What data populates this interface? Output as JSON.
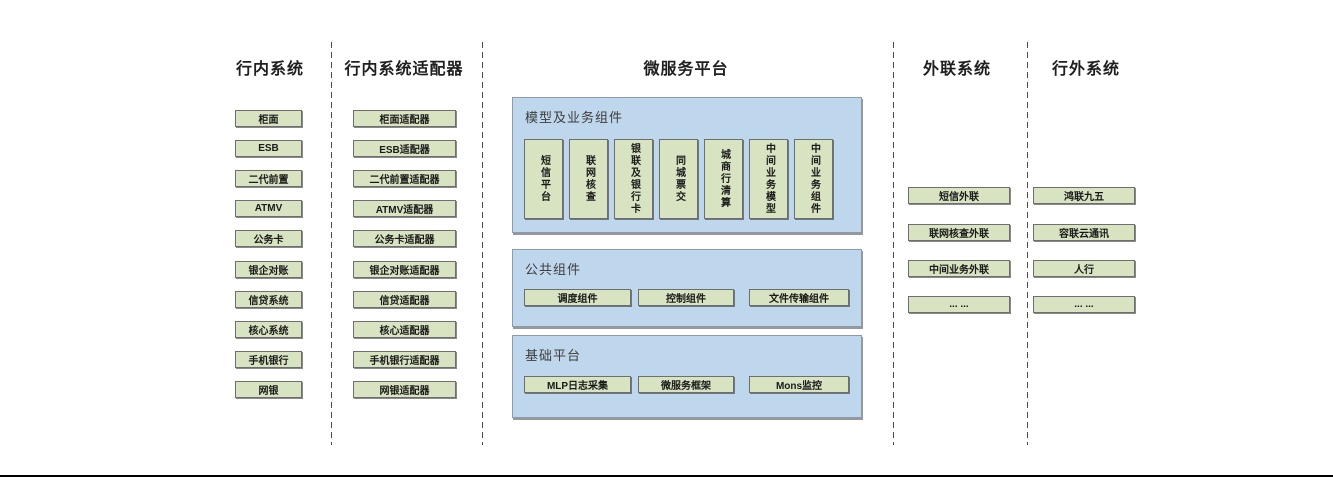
{
  "columns": {
    "internal": {
      "title": "行内系统",
      "items": [
        "柜面",
        "ESB",
        "二代前置",
        "ATMV",
        "公务卡",
        "银企对账",
        "信贷系统",
        "核心系统",
        "手机银行",
        "网银"
      ]
    },
    "adapters": {
      "title": "行内系统适配器",
      "items": [
        "柜面适配器",
        "ESB适配器",
        "二代前置适配器",
        "ATMV适配器",
        "公务卡适配器",
        "银企对账适配器",
        "信贷适配器",
        "核心适配器",
        "手机银行适配器",
        "网银适配器"
      ]
    },
    "platform": {
      "title": "微服务平台",
      "model_panel": {
        "label": "模型及业务组件",
        "items": [
          "短信平台",
          "联网核查",
          "银联及银行卡",
          "同城票交",
          "城商行清算",
          "中间业务模型",
          "中间业务组件"
        ]
      },
      "common_panel": {
        "label": "公共组件",
        "items": [
          "调度组件",
          "控制组件",
          "文件传输组件"
        ]
      },
      "base_panel": {
        "label": "基础平台",
        "items": [
          "MLP日志采集",
          "微服务框架",
          "Mons监控"
        ]
      }
    },
    "outbound": {
      "title": "外联系统",
      "items": [
        "短信外联",
        "联网核查外联",
        "中间业务外联",
        "... ..."
      ]
    },
    "external": {
      "title": "行外系统",
      "items": [
        "鸿联九五",
        "容联云通讯",
        "人行",
        "... ..."
      ]
    }
  },
  "colors": {
    "box_fill": "#d7e3c1",
    "panel_fill": "#bfd7ec",
    "node_border": "#6e6e6e",
    "panel_border": "#8a9bae"
  }
}
